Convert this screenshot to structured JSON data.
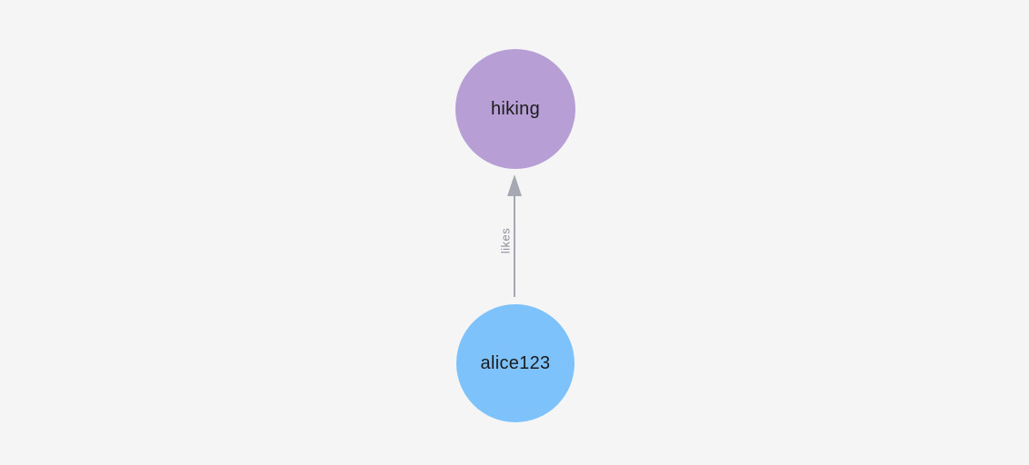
{
  "canvas": {
    "background_color": "#f5f5f6"
  },
  "graph": {
    "nodes": [
      {
        "id": "hiking",
        "label": "hiking",
        "fill_color": "#b79fd5",
        "text_color": "#1c1c1e"
      },
      {
        "id": "alice123",
        "label": "alice123",
        "fill_color": "#7dc2fa",
        "text_color": "#1c1c1e"
      }
    ],
    "edges": [
      {
        "source": "alice123",
        "target": "hiking",
        "label": "likes",
        "direction": "up",
        "line_color": "#a6a9b2",
        "label_color": "#8e9199"
      }
    ]
  }
}
